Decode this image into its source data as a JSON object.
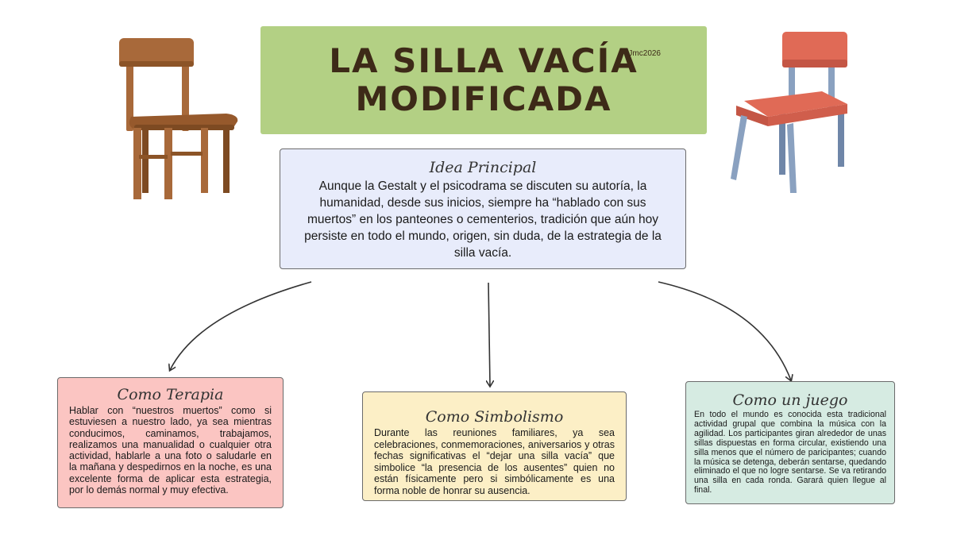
{
  "title": {
    "line1": "LA SILLA VACÍA",
    "line2": "MODIFICADA",
    "author": "Jmc2026"
  },
  "idea": {
    "heading": "Idea Principal",
    "text": "Aunque la Gestalt y el psicodrama se discuten su autoría, la humanidad, desde sus inicios, siempre ha “hablado con sus muertos” en los panteones o cementerios, tradición que aún hoy persiste en todo el mundo, origen, sin duda, de la estrategia de la silla vacía."
  },
  "cards": {
    "terapia": {
      "heading": "Como Terapia",
      "text": "Hablar con “nuestros muertos” como si estuviesen a nuestro lado, ya sea mientras conducimos, caminamos, trabajamos, realizamos una manualidad o cualquier otra actividad, hablarle a una foto o saludarle en la mañana y despedirnos en la noche, es una excelente forma de aplicar esta estrategia, por lo demás normal y muy efectiva."
    },
    "simbolismo": {
      "heading": "Como Simbolismo",
      "text": "Durante las reuniones familiares, ya sea celebraciones, conmemoraciones, aniversarios y otras fechas significativas el “dejar una silla vacía” que simbolice “la presencia de los ausentes” quien no están físicamente pero si simbólicamente es una forma noble de honrar su ausencia."
    },
    "juego": {
      "heading": "Como un juego",
      "text": "En todo el mundo es conocida esta tradicional actividad grupal que combina la música con la agilidad. Los participantes giran alrededor de unas sillas dispuestas en forma circular, existiendo una silla menos que el número de paricipantes; cuando la música se detenga, deberán sentarse, quedando eliminado el que no logre sentarse. Se va retirando una silla en cada ronda. Garará quien llegue al final."
    }
  },
  "colors": {
    "title_bg": "#b3d084",
    "title_text": "#3d2a18",
    "idea_bg": "#e8ecfb",
    "terapia_bg": "#fbc5c2",
    "simbolismo_bg": "#fcefc6",
    "juego_bg": "#d6ebe2"
  },
  "icons": {
    "left": "wooden-chair-icon",
    "right": "red-chair-icon"
  }
}
